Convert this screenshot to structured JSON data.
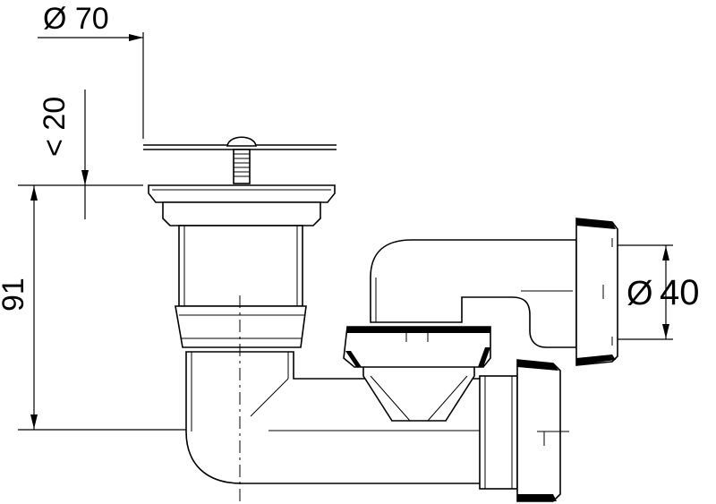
{
  "dimensions": {
    "top_diameter": "Ø 70",
    "stopper_lift": "< 20",
    "height": "91",
    "outlet_diameter_symbol": "Ø",
    "outlet_diameter_value": "40"
  },
  "colors": {
    "line": "#000000",
    "background": "#ffffff",
    "shade": "#d8d8d8"
  }
}
